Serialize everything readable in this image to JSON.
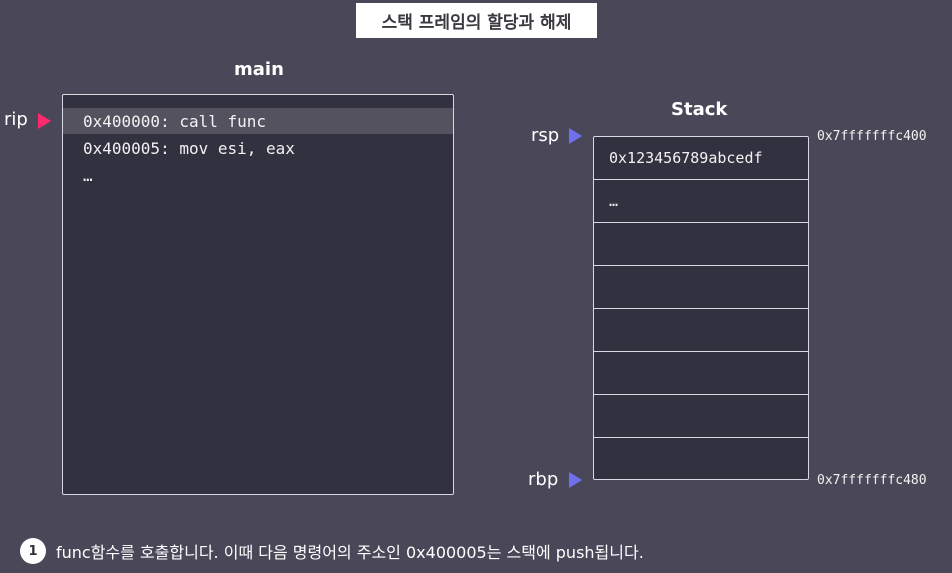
{
  "title": "스택 프레임의 할당과 해제",
  "main_panel": {
    "heading": "main",
    "lines": [
      "0x400000: call func",
      "0x400005: mov esi, eax",
      "…"
    ]
  },
  "rip_label": "rip",
  "stack_panel": {
    "heading": "Stack",
    "rows": [
      "0x123456789abcedf",
      "…",
      "",
      "",
      "",
      "",
      "",
      ""
    ],
    "rsp_label": "rsp",
    "rbp_label": "rbp",
    "top_address": "0x7fffffffc400",
    "bottom_address": "0x7fffffffc480"
  },
  "caption": {
    "step": "1",
    "text": "func함수를 호출합니다. 이때 다음 명령어의 주소인 0x400005는 스택에 push됩니다."
  },
  "colors": {
    "background": "#4a4858",
    "panel": "#32313f",
    "rip_arrow": "#ff2a6d",
    "stack_arrow": "#6f6ff0"
  }
}
